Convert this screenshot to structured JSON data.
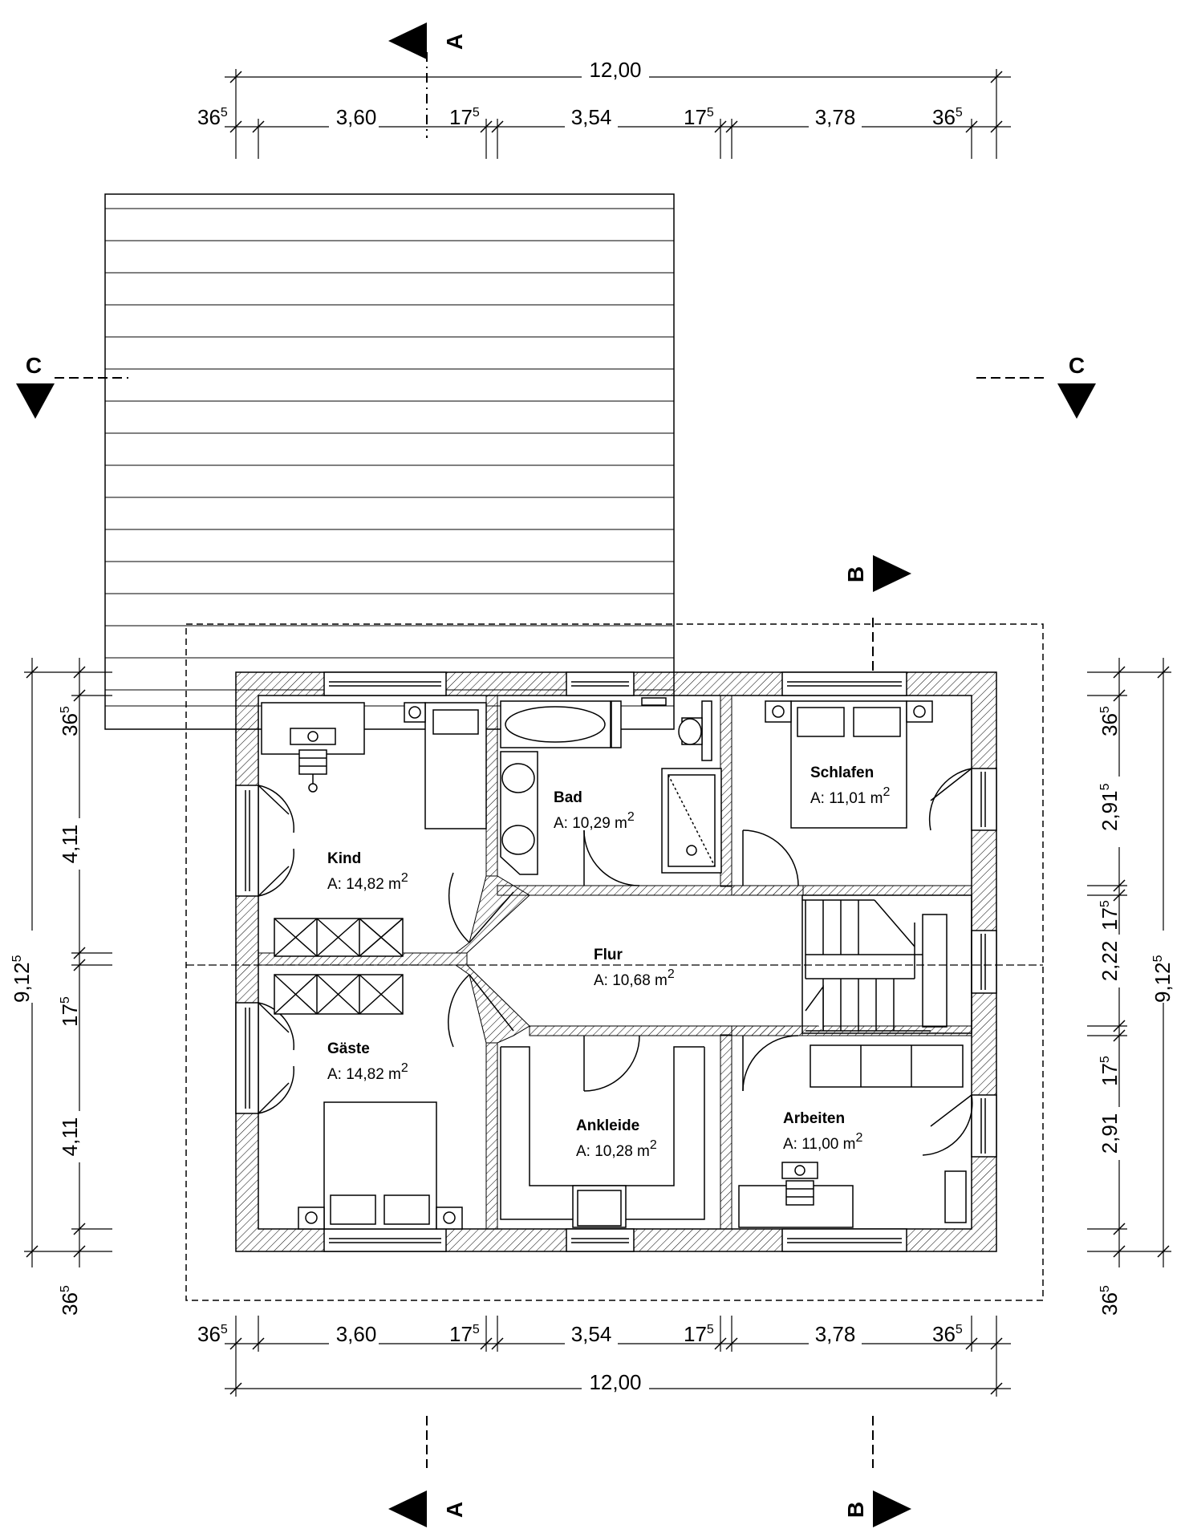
{
  "rooms": {
    "kind": {
      "name": "Kind",
      "area_prefix": "A: 14,82 m",
      "area_sup": "2"
    },
    "bad": {
      "name": "Bad",
      "area_prefix": "A: 10,29 m",
      "area_sup": "2"
    },
    "schlafen": {
      "name": "Schlafen",
      "area_prefix": "A: 11,01 m",
      "area_sup": "2"
    },
    "flur": {
      "name": "Flur",
      "area_prefix": "A: 10,68 m",
      "area_sup": "2"
    },
    "gaeste": {
      "name": "Gäste",
      "area_prefix": "A: 14,82 m",
      "area_sup": "2"
    },
    "ankleide": {
      "name": "Ankleide",
      "area_prefix": "A: 10,28 m",
      "area_sup": "2"
    },
    "arbeiten": {
      "name": "Arbeiten",
      "area_prefix": "A: 11,00 m",
      "area_sup": "2"
    }
  },
  "section_marks": {
    "a": "A",
    "b": "B",
    "c": "C"
  },
  "dims": {
    "top_total": "12,00",
    "bottom_total": "12,00",
    "horizontal_chain": {
      "wall_outer_left": {
        "base": "36",
        "sup": "5"
      },
      "room_left": "3,60",
      "wall_inner_1": {
        "base": "17",
        "sup": "5"
      },
      "room_mid": "3,54",
      "wall_inner_2": {
        "base": "17",
        "sup": "5"
      },
      "room_right": "3,78",
      "wall_outer_right": {
        "base": "36",
        "sup": "5"
      }
    },
    "left_chain": {
      "top_wall": {
        "base": "36",
        "sup": "5"
      },
      "upper_room": "4,11",
      "mid_wall": {
        "base": "17",
        "sup": "5"
      },
      "lower_room": "4,11",
      "bottom_wall": {
        "base": "36",
        "sup": "5"
      },
      "total": {
        "base": "9,12",
        "sup": "5"
      }
    },
    "right_chain": {
      "top_wall": {
        "base": "36",
        "sup": "5"
      },
      "upper_room": {
        "base": "2,91",
        "sup": "5"
      },
      "wall_1": {
        "base": "17",
        "sup": "5"
      },
      "hall": "2,22",
      "wall_2": {
        "base": "17",
        "sup": "5"
      },
      "lower_room": "2,91",
      "bottom_wall": {
        "base": "36",
        "sup": "5"
      },
      "total": {
        "base": "9,12",
        "sup": "5"
      }
    }
  }
}
